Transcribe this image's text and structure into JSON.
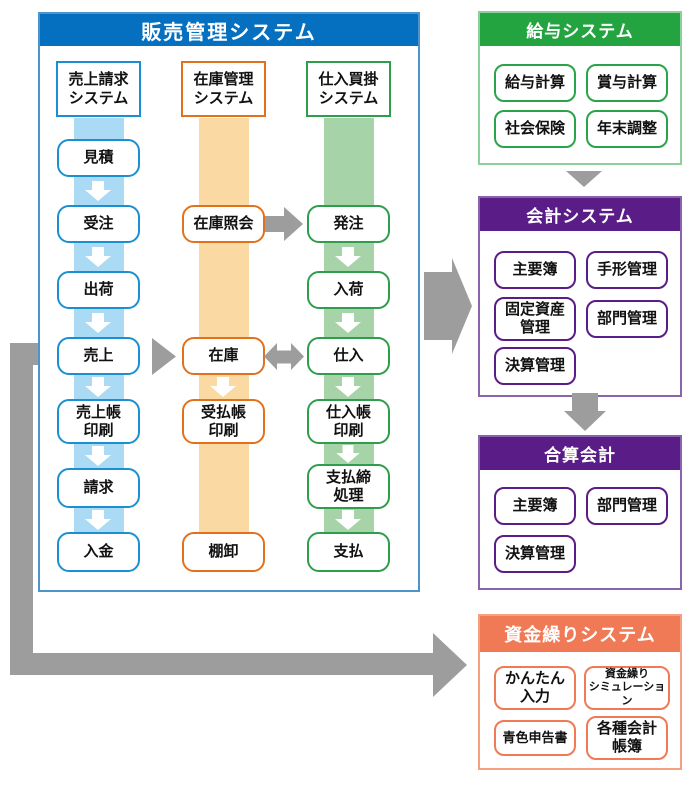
{
  "sales": {
    "title": "販売管理システム",
    "col1": {
      "header": "売上請求\nシステム",
      "nodes": [
        "見積",
        "受注",
        "出荷",
        "売上",
        "売上帳\n印刷",
        "請求",
        "入金"
      ]
    },
    "col2": {
      "header": "在庫管理\nシステム",
      "nodes": [
        "在庫照会",
        "在庫",
        "受払帳\n印刷",
        "棚卸"
      ]
    },
    "col3": {
      "header": "仕入買掛\nシステム",
      "nodes": [
        "発注",
        "入荷",
        "仕入",
        "仕入帳\n印刷",
        "支払締\n処理",
        "支払"
      ]
    }
  },
  "payroll": {
    "title": "給与システム",
    "items": [
      "給与計算",
      "賞与計算",
      "社会保険",
      "年末調整"
    ]
  },
  "accounting": {
    "title": "会計システム",
    "items": [
      "主要簿",
      "手形管理",
      "固定資産\n管理",
      "部門管理",
      "決算管理"
    ]
  },
  "consolidated": {
    "title": "合算会計",
    "items": [
      "主要簿",
      "部門管理",
      "決算管理"
    ]
  },
  "cashflow": {
    "title": "資金繰りシステム",
    "items": [
      "かんたん\n入力",
      "資金繰り\nシミュレーション",
      "青色申告書",
      "各種会計\n帳簿"
    ]
  },
  "colors": {
    "sales_header_blue": "#0570c0",
    "sales_band_blue": "#abdaf5",
    "stock_band_orange": "#fad9a2",
    "purchase_band_green": "#a6d3a7",
    "node_border_blue": "#1b8fd2",
    "node_border_orange": "#e2711d",
    "node_border_green": "#2f9e4c",
    "payroll_green": "#23a440",
    "accounting_purple": "#5a1d87",
    "cashflow_salmon": "#ef7a55",
    "arrow_gray": "#9d9d9d"
  }
}
